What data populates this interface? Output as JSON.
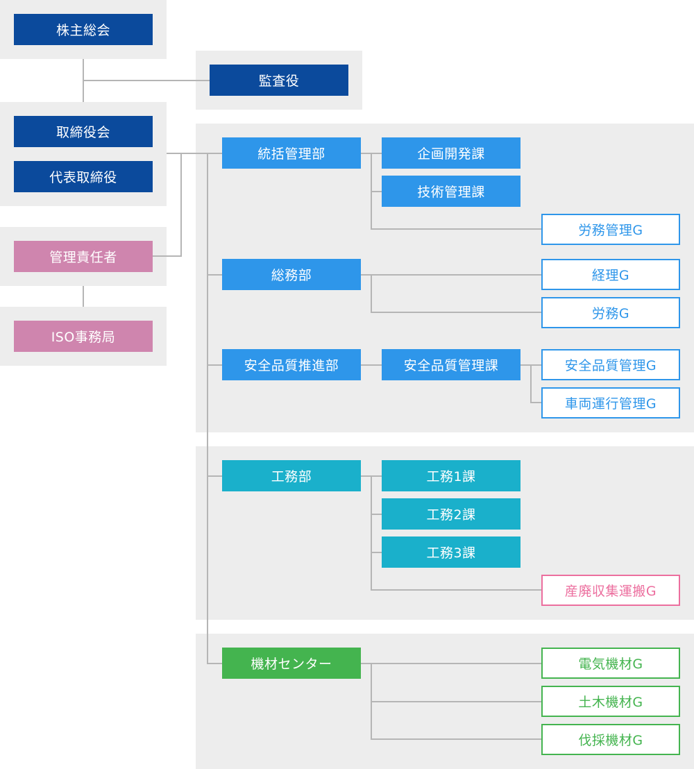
{
  "top": {
    "shareholders": "株主総会",
    "auditor": "監査役",
    "board": "取締役会",
    "representative": "代表取締役",
    "manager": "管理責任者",
    "iso_office": "ISO事務局"
  },
  "departments": {
    "general_management": {
      "label": "統括管理部",
      "sections": [
        "企画開発課",
        "技術管理課"
      ],
      "groups": [
        "労務管理G"
      ]
    },
    "general_affairs": {
      "label": "総務部",
      "groups": [
        "経理G",
        "労務G"
      ]
    },
    "safety_quality": {
      "label": "安全品質推進部",
      "section": "安全品質管理課",
      "groups": [
        "安全品質管理G",
        "車両運行管理G"
      ]
    },
    "construction": {
      "label": "工務部",
      "sections": [
        "工務1課",
        "工務2課",
        "工務3課"
      ],
      "groups": [
        "産廃収集運搬G"
      ]
    },
    "equipment": {
      "label": "機材センター",
      "groups": [
        "電気機材G",
        "土木機材G",
        "伐採機材G"
      ]
    }
  },
  "colors": {
    "navy": "#0b4a9c",
    "blue": "#2e96ea",
    "teal": "#1ab0cb",
    "green": "#44b44f",
    "pink": "#cf85ae",
    "outline_pink": "#ec6e9e",
    "panel": "#ededed",
    "connector": "#b5b5b5"
  }
}
